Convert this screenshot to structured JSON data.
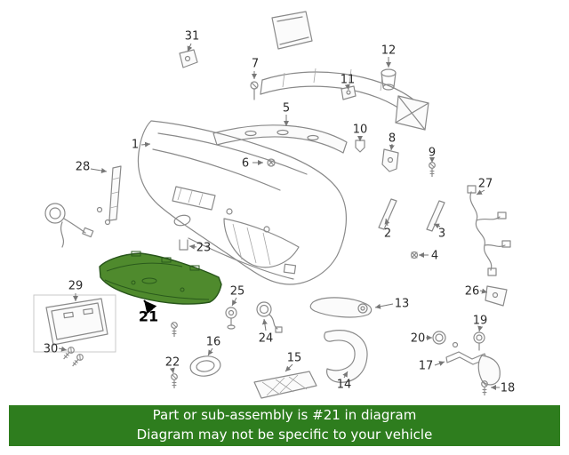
{
  "diagram": {
    "name": "Front bumper exploded parts diagram",
    "highlight_part_number": "21",
    "highlight_color": "#4f8a2d",
    "highlight_outline": "#27541a",
    "line_color": "#8a8a8a"
  },
  "callout_labels": [
    "1",
    "2",
    "3",
    "4",
    "5",
    "6",
    "7",
    "8",
    "9",
    "10",
    "11",
    "12",
    "13",
    "14",
    "15",
    "16",
    "17",
    "18",
    "19",
    "20",
    "21",
    "22",
    "23",
    "24",
    "25",
    "26",
    "27",
    "28",
    "29",
    "30",
    "31"
  ],
  "banner": {
    "line1": "Part or sub-assembly is #21 in diagram",
    "line2": "Diagram may not be specific to your vehicle",
    "background": "#2e7d1e",
    "text_color": "#ffffff"
  }
}
